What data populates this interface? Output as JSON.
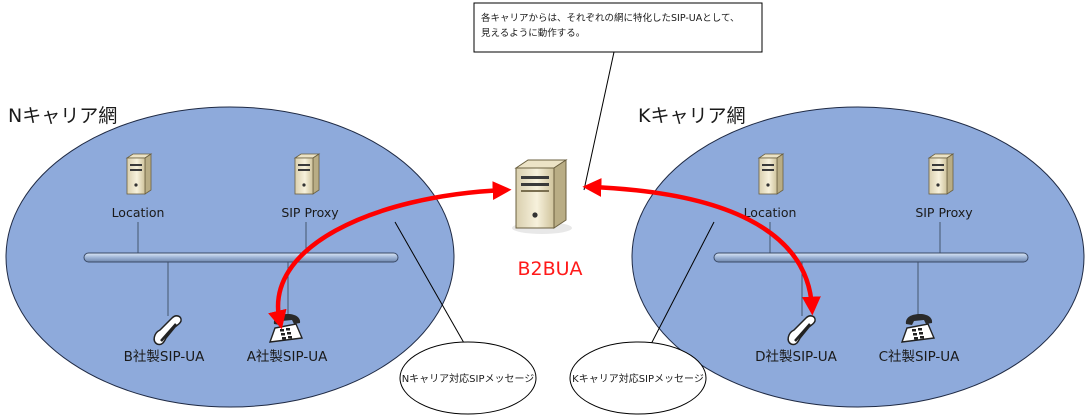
{
  "callout_top": {
    "lines": [
      "各キャリアからは、それぞれの網に特化したSIP-UAとして、",
      "見えるように動作する。"
    ]
  },
  "networks": [
    {
      "title": "Nキャリア網",
      "servers": [
        {
          "label": "Location"
        },
        {
          "label": "SIP Proxy"
        }
      ],
      "phones": [
        {
          "label": "B社製SIP-UA",
          "kind": "handset"
        },
        {
          "label": "A社製SIP-UA",
          "kind": "desk-phone"
        }
      ]
    },
    {
      "title": "Kキャリア網",
      "servers": [
        {
          "label": "Location"
        },
        {
          "label": "SIP Proxy"
        }
      ],
      "phones": [
        {
          "label": "D社製SIP-UA",
          "kind": "handset"
        },
        {
          "label": "C社製SIP-UA",
          "kind": "desk-phone"
        }
      ]
    }
  ],
  "b2bua": {
    "label": "B2BUA"
  },
  "message_bubbles": [
    {
      "label": "Nキャリア対応SIPメッセージ"
    },
    {
      "label": "Kキャリア対応SIPメッセージ"
    }
  ],
  "colors": {
    "network_fill": "#8eaadb",
    "network_stroke": "#1f2a44",
    "arrow": "#ff0000",
    "b2bua_text": "#ff1a1a"
  },
  "icons": {
    "server": "server-tower-icon",
    "handset": "handset-phone-icon",
    "desk_phone": "desk-phone-icon"
  }
}
